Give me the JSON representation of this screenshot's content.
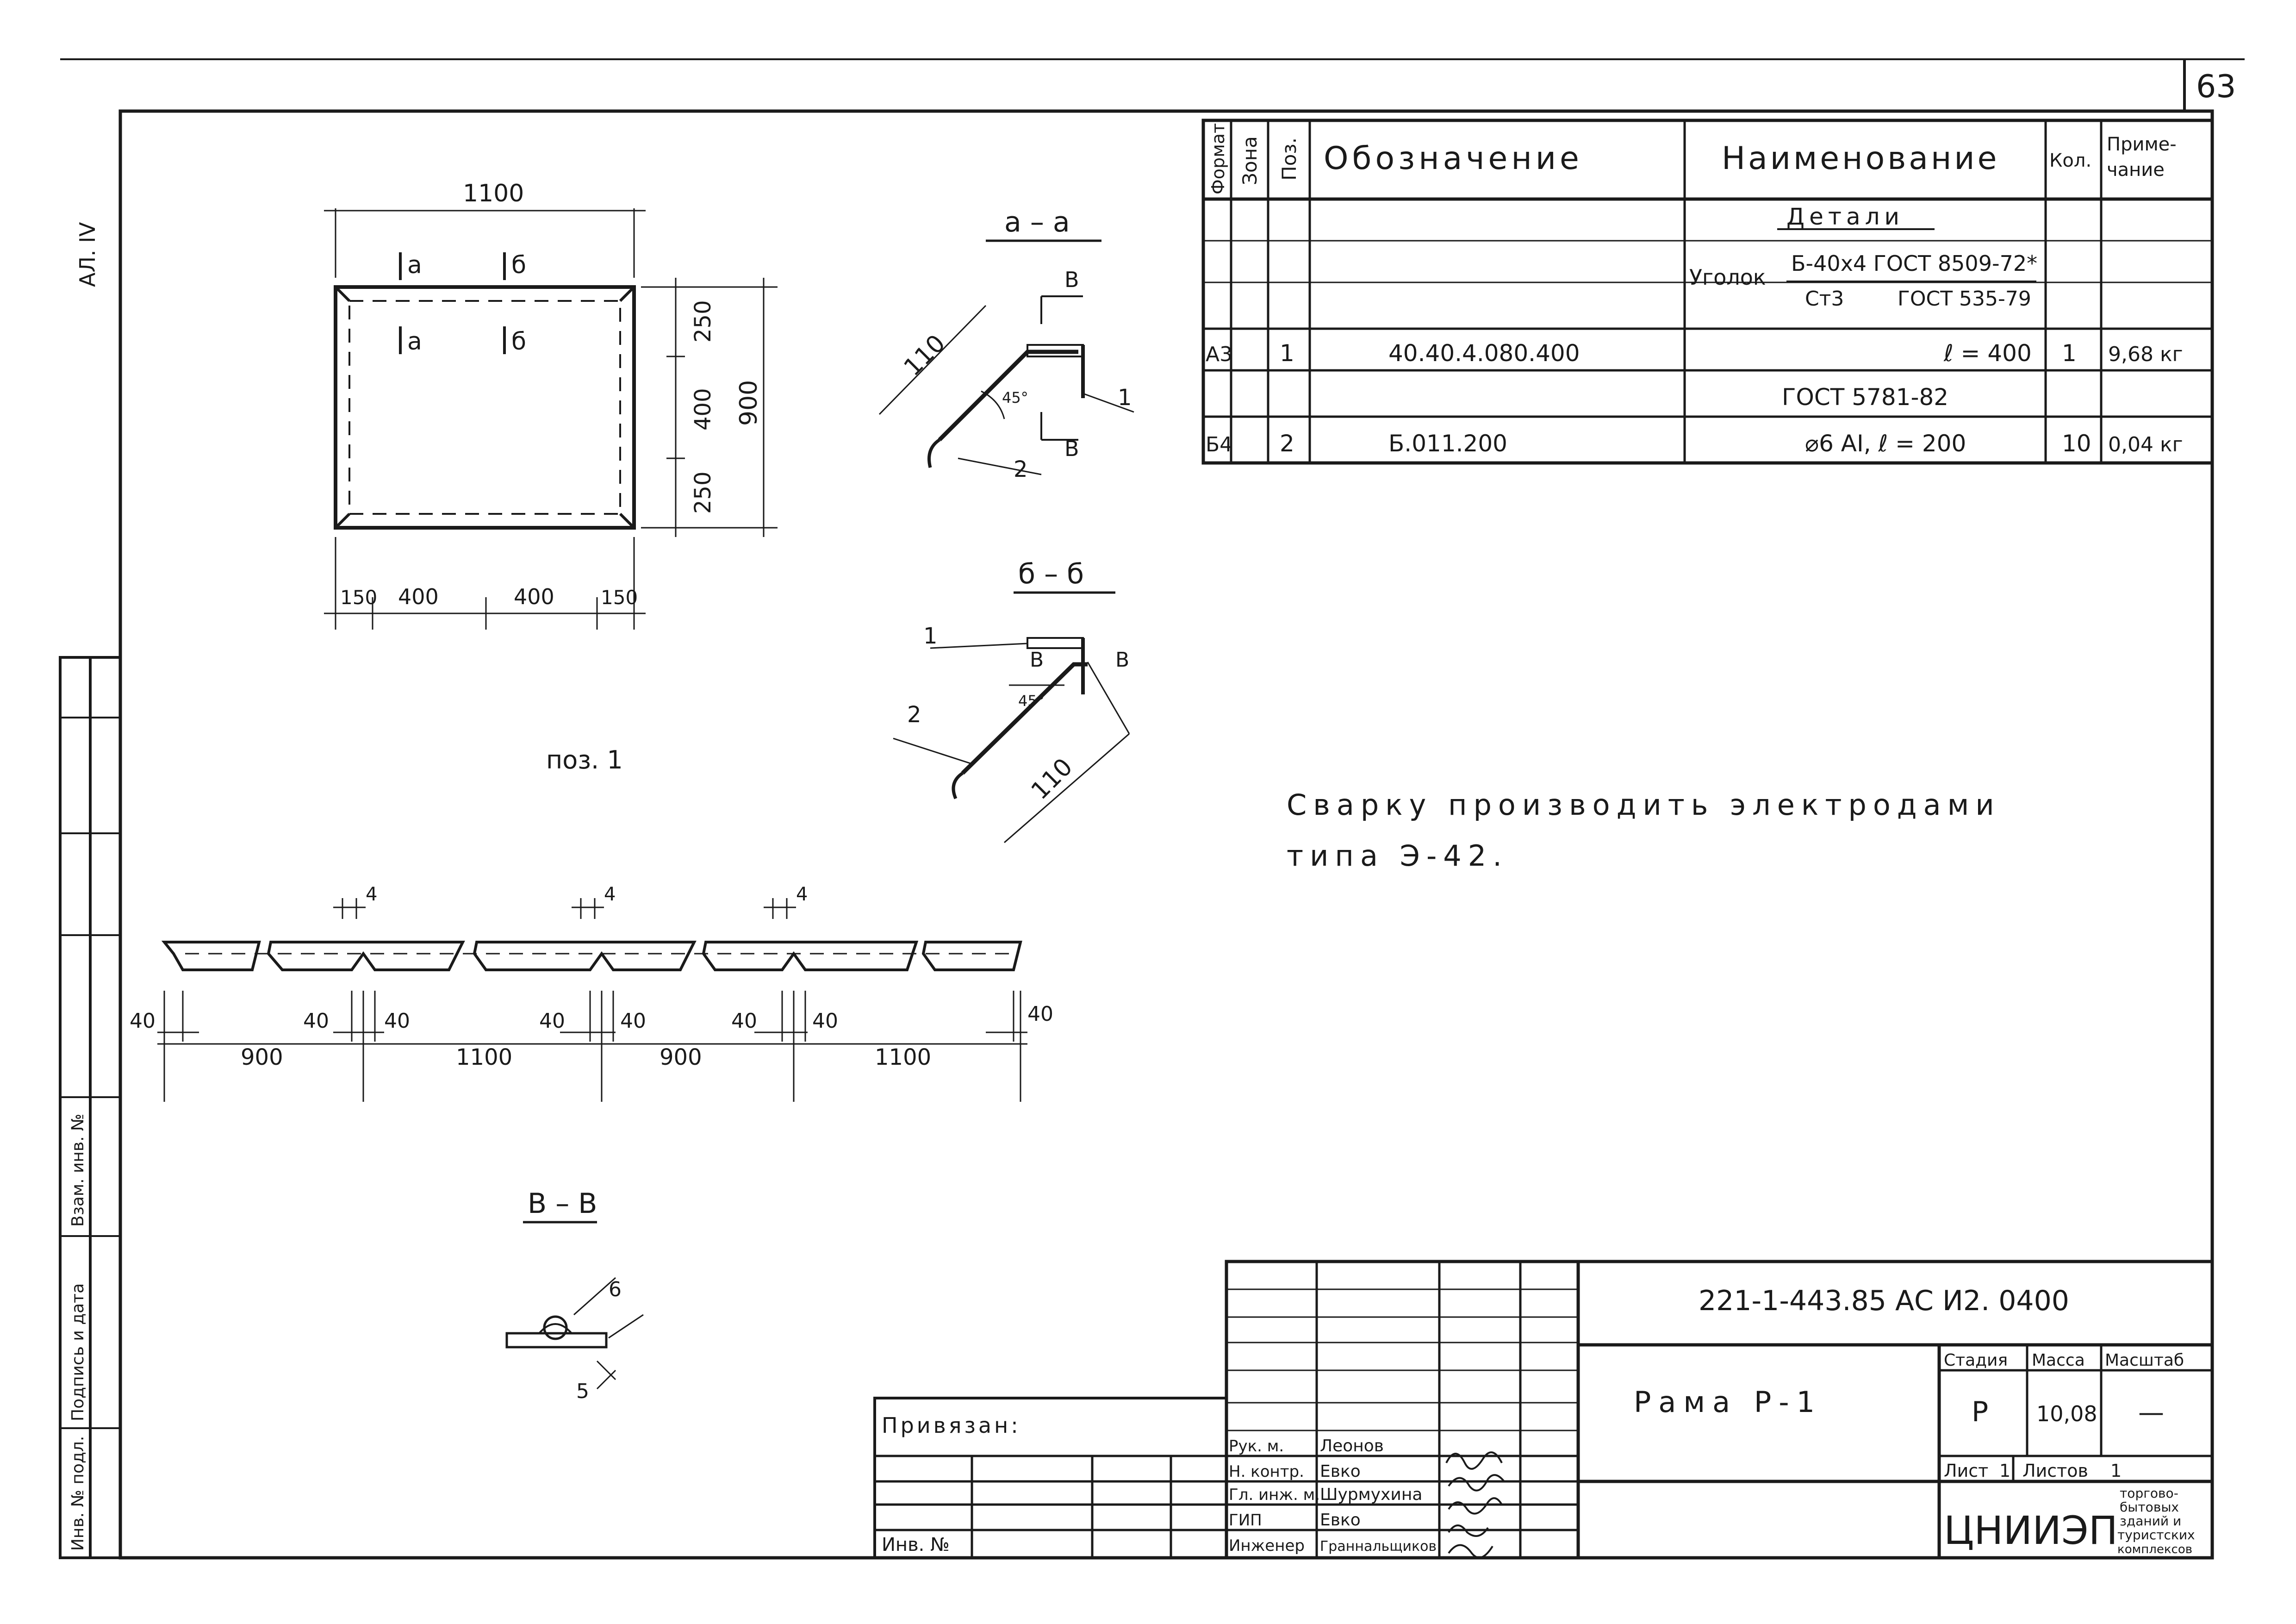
{
  "sheet_number": "63",
  "album_mark": "АЛ. IV",
  "spec_table": {
    "headers": {
      "format": "Формат",
      "zone": "Зона",
      "pos": "Поз.",
      "designation": "Обозначение",
      "name": "Наименование",
      "qty": "Кол.",
      "note": "Приме-\nчание"
    },
    "section_title": "Детали",
    "angle_label": "Уголок",
    "angle_numerator": "Б-40х4 ГОСТ 8509-72*",
    "angle_denominator_left": "Ст3",
    "angle_denominator_right": "ГОСТ 535-79",
    "rows": [
      {
        "format": "А3",
        "pos": "1",
        "designation": "40.40.4.080.400",
        "name": "ℓ = 400",
        "qty": "1",
        "note": "9,68 кг"
      },
      {
        "format": "",
        "pos": "",
        "designation": "",
        "name": "ГОСТ 5781-82",
        "qty": "",
        "note": ""
      },
      {
        "format": "Б4",
        "pos": "2",
        "designation": "Б.011.200",
        "name": "⌀6 АI,  ℓ = 200",
        "qty": "10",
        "note": "0,04 кг"
      }
    ]
  },
  "frame_view": {
    "dim_top": "1100",
    "dim_right_total": "900",
    "dim_right_parts": [
      "250",
      "400",
      "250"
    ],
    "dim_bottom": [
      "150",
      "400",
      "400",
      "150"
    ],
    "cut_a": "а",
    "cut_b": "б",
    "caption": "поз. 1"
  },
  "section_aa": {
    "title": "а – а",
    "length": "110",
    "angle": "45°",
    "cut": "В",
    "callouts": [
      "1",
      "2"
    ]
  },
  "section_bb": {
    "title": "б – б",
    "length": "110",
    "angle": "45°",
    "cut": "В",
    "callouts": [
      "1",
      "2"
    ]
  },
  "strip_view": {
    "weld_mark": "4",
    "dims_small": [
      "40",
      "40",
      "40",
      "40",
      "40",
      "40",
      "40",
      "40"
    ],
    "dims_large": [
      "900",
      "1100",
      "900",
      "1100"
    ]
  },
  "section_vv": {
    "title": "В – В",
    "dims": [
      "6",
      "5"
    ]
  },
  "note_text": [
    "Сварку производить электродами",
    "типа Э-42."
  ],
  "side_stamp": [
    "Инв. № подл.",
    "Подпись и дата",
    "Взам. инв. №"
  ],
  "bound_label": "Привязан:",
  "inv_label": "Инв. №",
  "title_block": {
    "code": "221-1-443.85 АС И2. 0400",
    "drawing_title": "Рама Р-1",
    "stage_header": "Стадия",
    "mass_header": "Масса",
    "scale_header": "Масштаб",
    "stage": "Р",
    "mass": "10,08",
    "scale": "—",
    "sheet_label": "Лист",
    "sheet_value": "1",
    "sheets_label": "Листов",
    "sheets_value": "1",
    "org": "ЦНИИЭП",
    "org_sub": [
      "торгово-",
      "бытовых",
      "зданий и",
      "туристских",
      "комплексов"
    ],
    "people": [
      {
        "role": "Рук. м.",
        "name": "Леонов"
      },
      {
        "role": "Н. контр.",
        "name": "Евко"
      },
      {
        "role": "Гл. инж. м.",
        "name": "Шурмухина"
      },
      {
        "role": "ГИП",
        "name": "Евко"
      },
      {
        "role": "Инженер",
        "name": "Граннальщиков"
      }
    ]
  }
}
